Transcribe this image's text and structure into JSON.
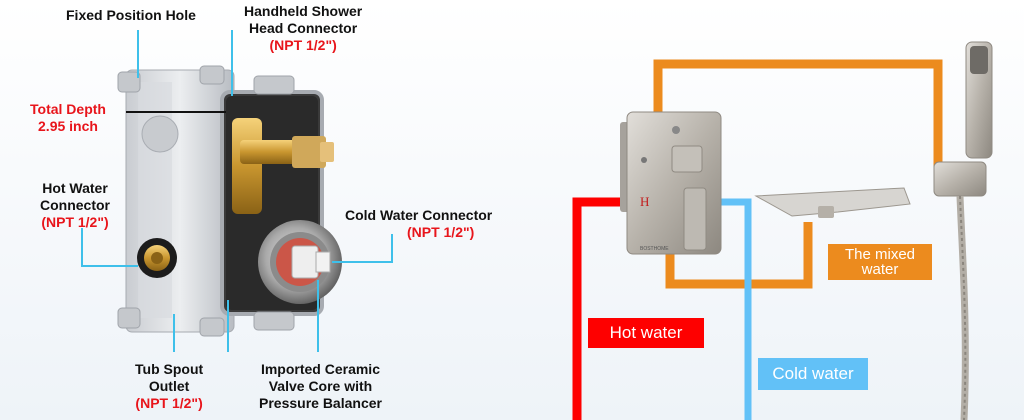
{
  "labels": {
    "fixed_hole": "Fixed Position Hole",
    "handheld_line1": "Handheld Shower",
    "handheld_line2": "Head Connector",
    "handheld_spec": "(NPT 1/2\")",
    "depth_line1": "Total Depth",
    "depth_line2": "2.95 inch",
    "hot_line1": "Hot Water",
    "hot_line2": "Connector",
    "hot_spec": "(NPT 1/2\")",
    "cold_title": "Cold Water Connector",
    "cold_spec": "(NPT 1/2\")",
    "tub_line1": "Tub Spout",
    "tub_line2": "Outlet",
    "tub_spec": "(NPT 1/2\")",
    "valve_line1": "Imported Ceramic",
    "valve_line2": "Valve Core with",
    "valve_line3": "Pressure Balancer"
  },
  "tags": {
    "mixed_line1": "The mixed",
    "mixed_line2": "water",
    "hot": "Hot water",
    "cold": "Cold water"
  },
  "panel": {
    "h_mark": "H",
    "brand": "BOSTHOME"
  },
  "colors": {
    "hot": "#fe0000",
    "cold": "#62c1f7",
    "mixed": "#ec8b1e",
    "leader": "#3ec0ea",
    "spec_red": "#e8151b"
  }
}
